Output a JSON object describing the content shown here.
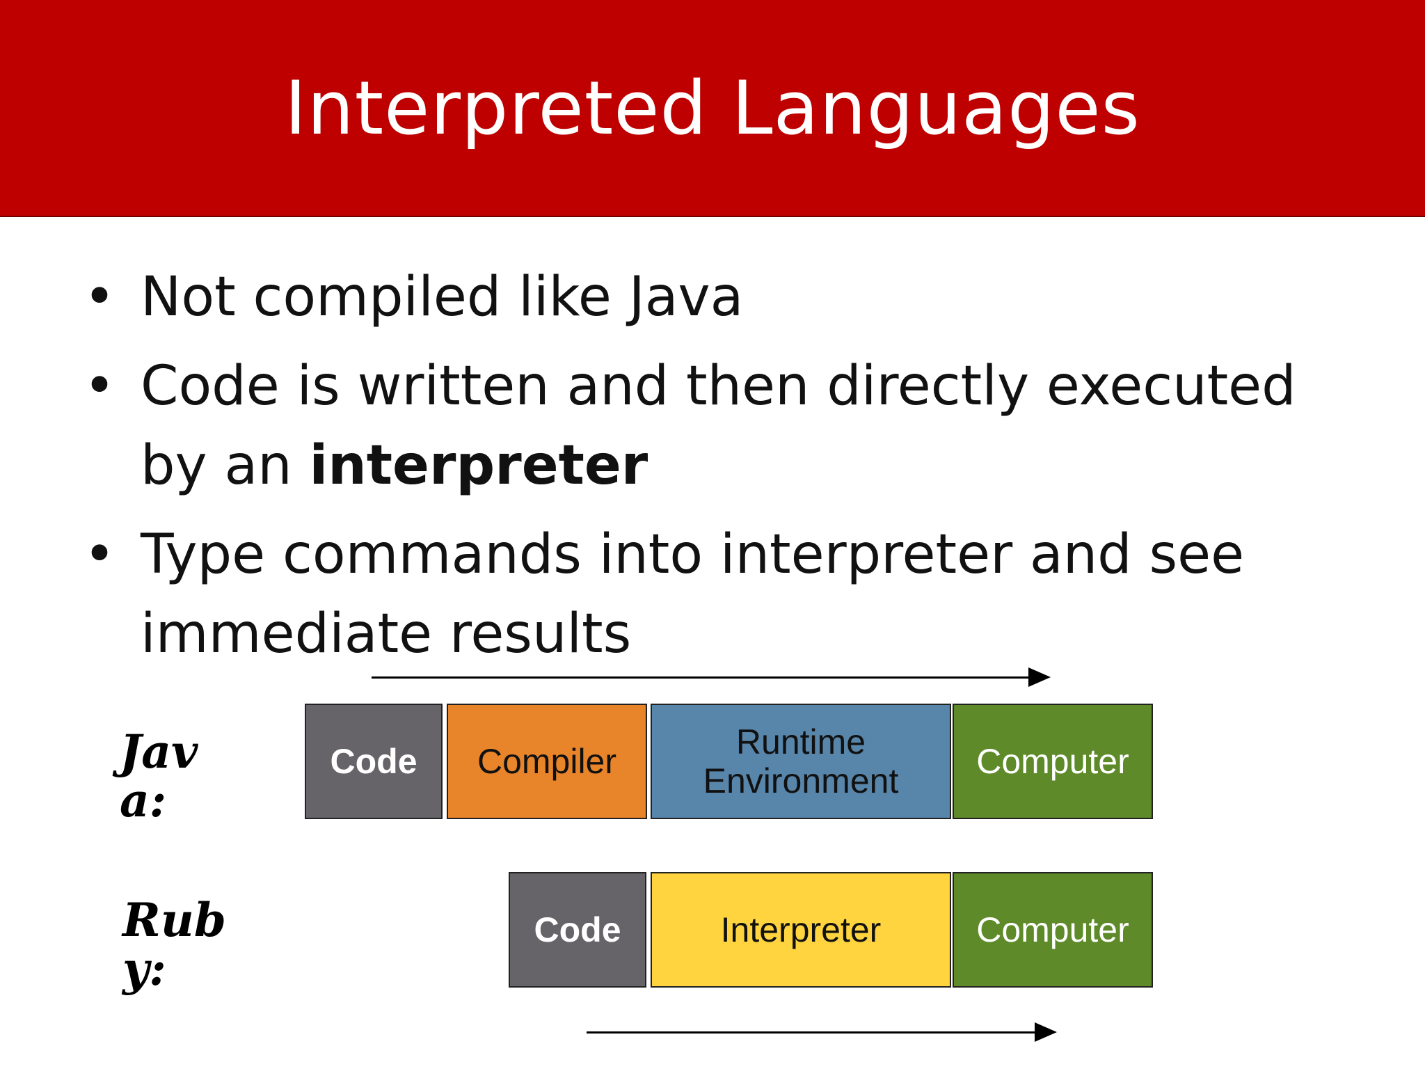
{
  "slide": {
    "title": "Interpreted Languages",
    "bullets": [
      {
        "text": "Not compiled like Java"
      },
      {
        "text_before": "Code is written and then directly executed by an ",
        "bold": "interpreter"
      },
      {
        "text": "Type commands into interpreter and see immediate results"
      }
    ],
    "bullet_symbol": "•"
  },
  "diagram": {
    "java": {
      "label": "Java:",
      "boxes": [
        "Code",
        "Compiler",
        "Runtime Environment",
        "Computer"
      ]
    },
    "ruby": {
      "label": "Ruby:",
      "boxes": [
        "Code",
        "Interpreter",
        "Computer"
      ]
    }
  },
  "colors": {
    "title_bar": "#be0000",
    "code_box": "#666469",
    "compiler_box": "#e8842a",
    "runtime_box": "#5885aa",
    "computer_box": "#5e8a2a",
    "interpreter_box": "#ffd43f"
  }
}
